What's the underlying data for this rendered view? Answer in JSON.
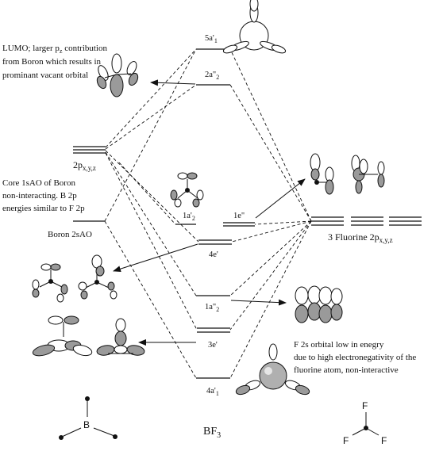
{
  "diagram": {
    "title": "BF",
    "title_sub": "3",
    "levels": {
      "a1_5": "5a'",
      "a1_5_sub": "1",
      "a2_2": "2a\"",
      "a2_2_sub": "2",
      "a2_1": "1a'",
      "a2_1_sub": "2",
      "e1": "1e\"",
      "e4": "4e'",
      "a2_1pp": "1a\"",
      "a2_1pp_sub": "2",
      "e3": "3e'",
      "a1_4": "4a'",
      "a1_4_sub": "1"
    },
    "boron": {
      "p_label": "2p",
      "p_sub": "x,y,z",
      "s_label": "Boron 2sAO"
    },
    "fluorine": {
      "label": "3 Fluorine 2p",
      "label_sub": "x,y,z"
    },
    "notes": {
      "lumo_1": "LUMO; larger p",
      "lumo_1_sub": "z",
      "lumo_1_rest": " contribution",
      "lumo_2": "from Boron which results in",
      "lumo_3": "prominant vacant orbital",
      "core_1": "Core 1sAO of Boron",
      "core_2": "non-interacting. B 2p",
      "core_3": "energies similar to F 2p",
      "f2s_1": "F 2s orbital low in enegry",
      "f2s_2": "due to high electronegativity of the",
      "f2s_3": "fluorine atom, non-interactive"
    },
    "molecule_left": {
      "center": "B"
    },
    "molecule_right": {
      "top": "F",
      "left": "F",
      "right": "F"
    }
  }
}
